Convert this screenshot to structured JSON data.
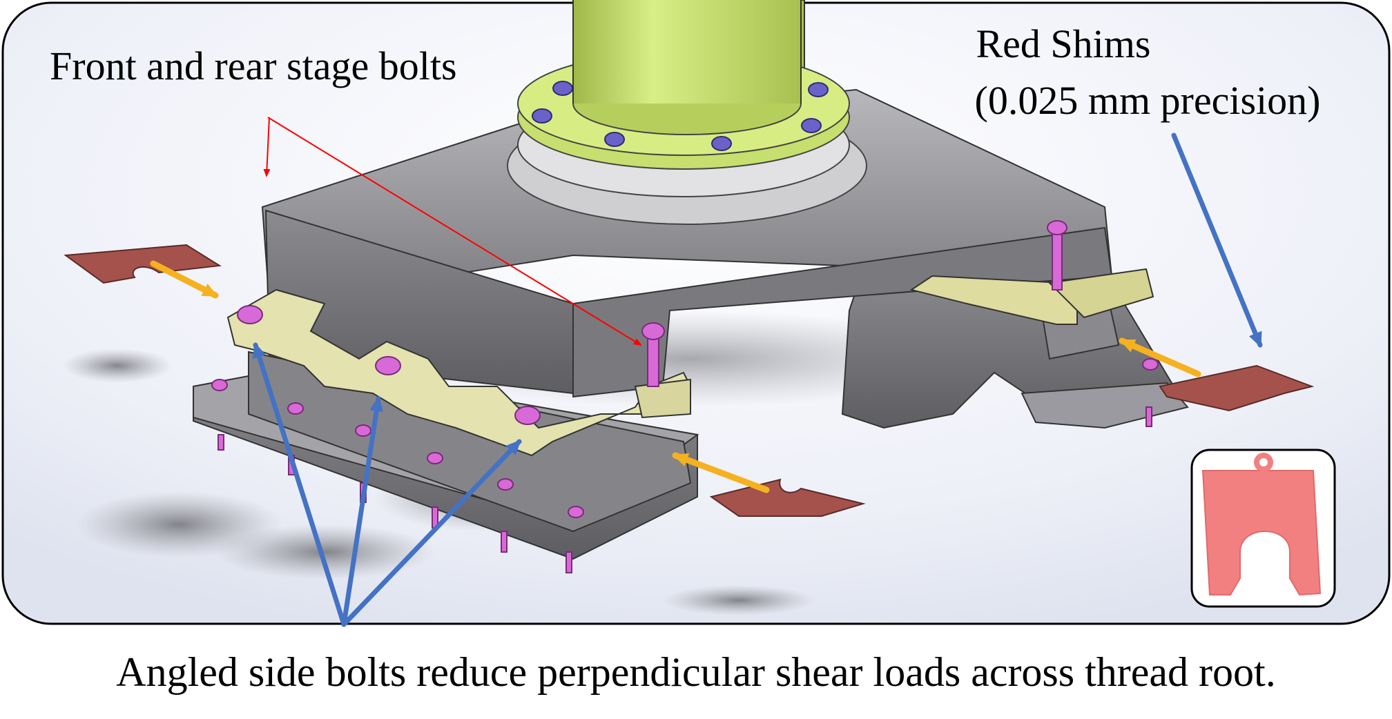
{
  "labels": {
    "stage_bolts": "Front and rear stage bolts",
    "shims_line1": "Red Shims",
    "shims_line2": "(0.025 mm precision)",
    "bottom_caption": "Angled side bolts reduce perpendicular shear loads across thread root."
  },
  "colors": {
    "frame_border": "#000000",
    "column_green": "#c8e06a",
    "flange_green": "#d6ea7e",
    "steel_gray": "#8e8e92",
    "steel_dark": "#6e6e72",
    "bracket_yellow": "#e6e4b0",
    "bolt_purple": "#d86ad8",
    "flange_bolt_blue": "#6a62c8",
    "shim_red": "#a5524c",
    "shim_icon_pink": "#f28080",
    "arrow_orange": "#f5b120",
    "arrow_blue": "#4472c4",
    "leader_red": "#ff0000"
  },
  "icons": {
    "shim_icon": "shim-icon"
  }
}
